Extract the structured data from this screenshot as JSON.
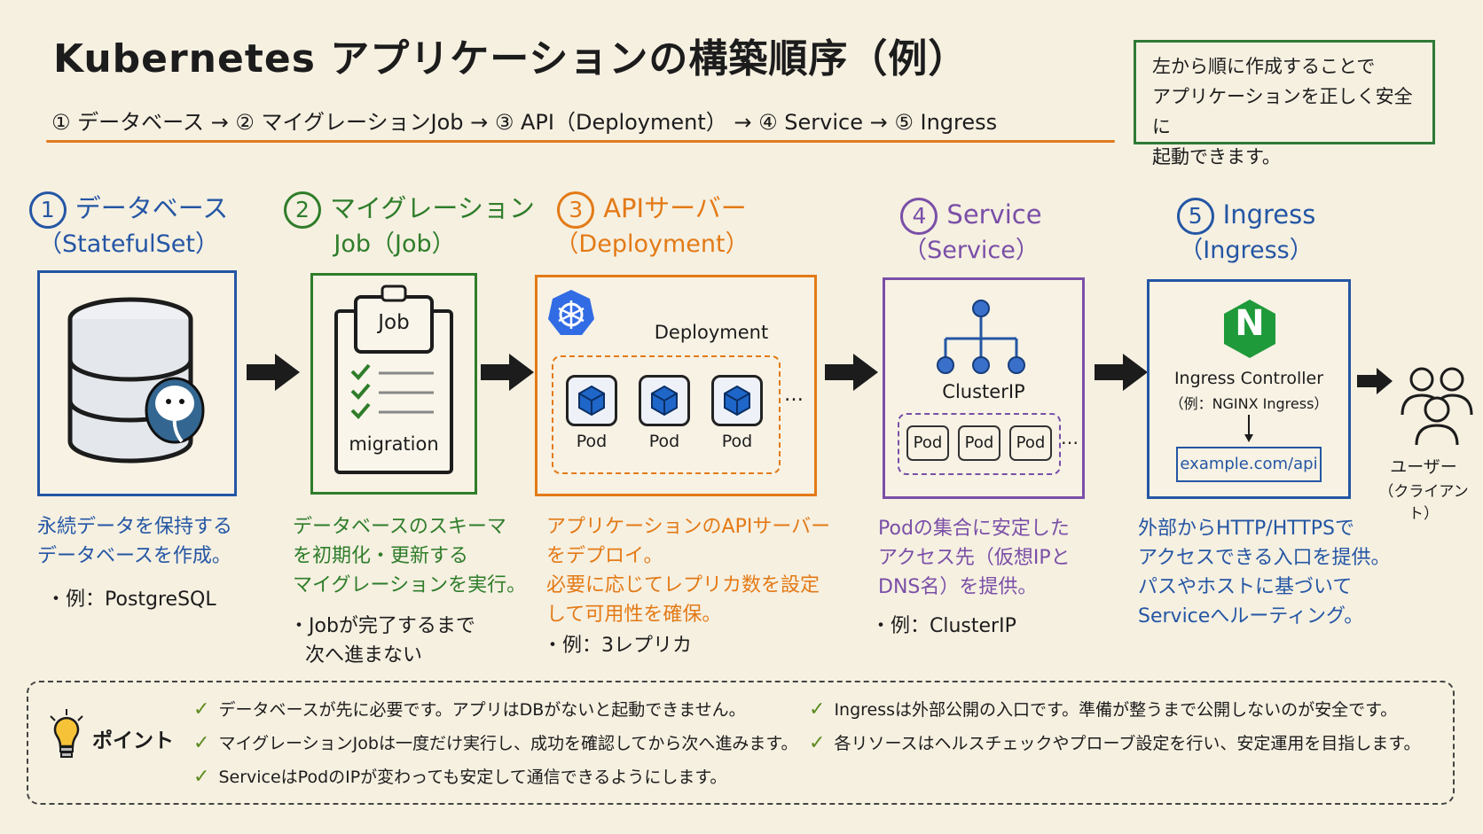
{
  "title": "Kubernetes アプリケーションの構築順序（例）",
  "flow_text": "① データベース → ② マイグレーションJob → ③ API（Deployment） → ④ Service → ⑤ Ingress",
  "note": [
    "左から順に作成することで",
    "アプリケーションを正しく安全に",
    "起動できます。"
  ],
  "colors": {
    "blue": "#2456a4",
    "green": "#2f7d2a",
    "orange": "#e37a16",
    "purple": "#7a4fa7",
    "accent_line": "#e07a1f"
  },
  "steps": [
    {
      "num": "1",
      "title": "データベース",
      "sub": "（StatefulSet）",
      "color": "#2456a4",
      "desc": [
        "永続データを保持する",
        "データベースを作成。"
      ],
      "bullet": [
        "・例：PostgreSQL"
      ]
    },
    {
      "num": "2",
      "title": "マイグレーション",
      "sub": "Job（Job）",
      "color": "#2f7d2a",
      "desc": [
        "データベースのスキーマ",
        "を初期化・更新する",
        "マイグレーションを実行。"
      ],
      "bullet": [
        "・Jobが完了するまで",
        "次へ進まない"
      ],
      "card": {
        "job_label": "Job",
        "migration_label": "migration"
      }
    },
    {
      "num": "3",
      "title": "APIサーバー",
      "sub": "（Deployment）",
      "color": "#e37a16",
      "desc": [
        "アプリケーションのAPIサーバー",
        "をデプロイ。",
        "必要に応じてレプリカ数を設定",
        "して可用性を確保。"
      ],
      "bullet": [
        "・例：3レプリカ"
      ],
      "card": {
        "deployment_label": "Deployment",
        "pods": [
          "Pod",
          "Pod",
          "Pod"
        ],
        "ellipsis": "…"
      }
    },
    {
      "num": "4",
      "title": "Service",
      "sub": "（Service）",
      "color": "#7a4fa7",
      "desc": [
        "Podの集合に安定した",
        "アクセス先（仮想IPと",
        "DNS名）を提供。"
      ],
      "bullet": [
        "・例：ClusterIP"
      ],
      "card": {
        "clusterip_label": "ClusterIP",
        "pods": [
          "Pod",
          "Pod",
          "Pod"
        ],
        "ellipsis": "…"
      }
    },
    {
      "num": "5",
      "title": "Ingress",
      "sub": "（Ingress）",
      "color": "#2456a4",
      "desc": [
        "外部からHTTP/HTTPSで",
        "アクセスできる入口を提供。",
        "パスやホストに基づいて",
        "Serviceへルーティング。"
      ],
      "bullet": [],
      "card": {
        "logo": "N",
        "controller_label": "Ingress Controller",
        "controller_example": "（例：NGINX Ingress）",
        "url": "example.com/api"
      }
    }
  ],
  "user": {
    "label": "ユーザー",
    "sub": "（クライアント）"
  },
  "points": {
    "label": "ポイント",
    "items": [
      "データベースが先に必要です。アプリはDBがないと起動できません。",
      "マイグレーションJobは一度だけ実行し、成功を確認してから次へ進みます。",
      "ServiceはPodのIPが変わっても安定して通信できるようにします。",
      "Ingressは外部公開の入口です。準備が整うまで公開しないのが安全です。",
      "各リソースはヘルスチェックやプローブ設定を行い、安定運用を目指します。"
    ]
  }
}
